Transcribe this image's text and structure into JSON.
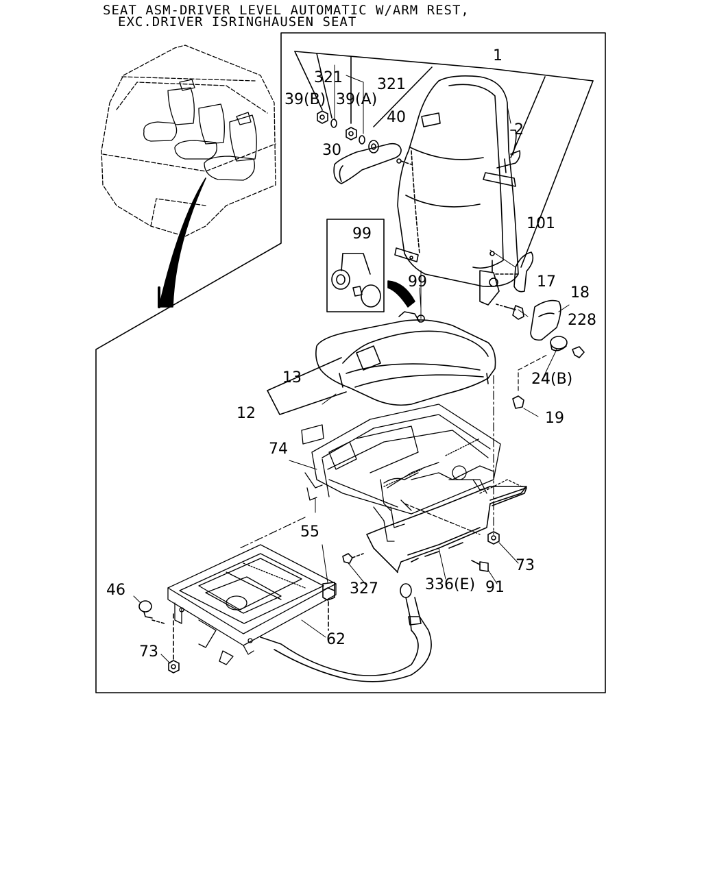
{
  "title": {
    "line1": "SEAT ASM-DRIVER LEVEL AUTOMATIC W/ARM REST,",
    "line2": "EXC.DRIVER ISRINGHAUSEN SEAT"
  },
  "callouts": {
    "c1": "1",
    "c2": "2",
    "c12": "12",
    "c13": "13",
    "c17": "17",
    "c18": "18",
    "c19": "19",
    "c24b": "24(B)",
    "c30": "30",
    "c321a": "321",
    "c321b": "321",
    "c39a": "39(A)",
    "c39b": "39(B)",
    "c40": "40",
    "c46": "46",
    "c55": "55",
    "c62": "62",
    "c73a": "73",
    "c73b": "73",
    "c74": "74",
    "c91": "91",
    "c99a": "99",
    "c99b": "99",
    "c101": "101",
    "c228": "228",
    "c327": "327",
    "c336e": "336(E)"
  }
}
